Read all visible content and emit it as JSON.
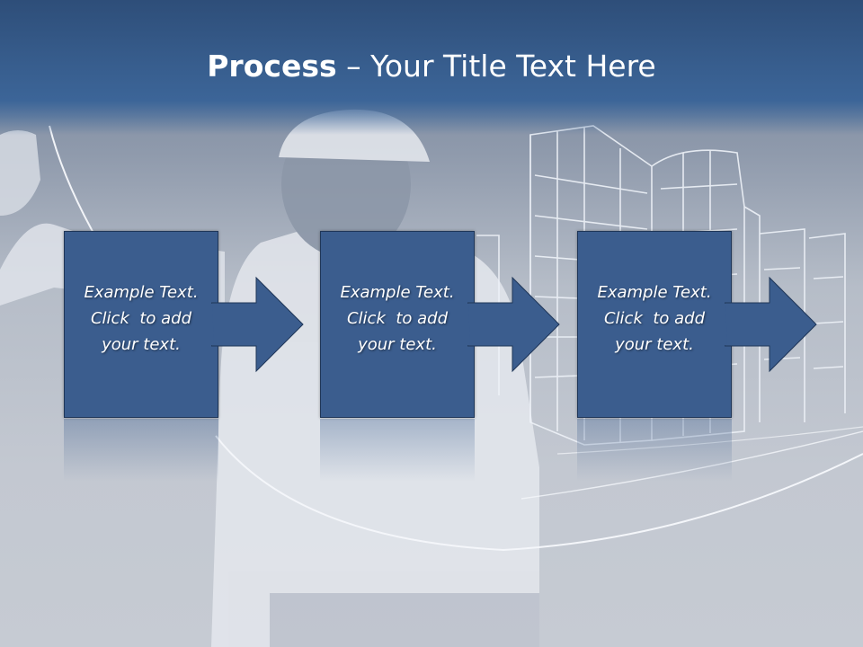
{
  "slide": {
    "title_bold": "Process",
    "title_rest": " – Your Title Text Here",
    "steps": [
      {
        "line1": "Example Text.",
        "line2": "Click  to add",
        "line3": "your text."
      },
      {
        "line1": "Example Text.",
        "line2": "Click  to add",
        "line3": "your text."
      },
      {
        "line1": "Example Text.",
        "line2": "Click  to add",
        "line3": "your text."
      }
    ]
  },
  "colors": {
    "title_bar": "#375d8d",
    "step_fill": "#3b5d8e",
    "step_border": "#1f3658",
    "text": "#ffffff"
  },
  "icons": [
    "arrow-right-icon"
  ]
}
